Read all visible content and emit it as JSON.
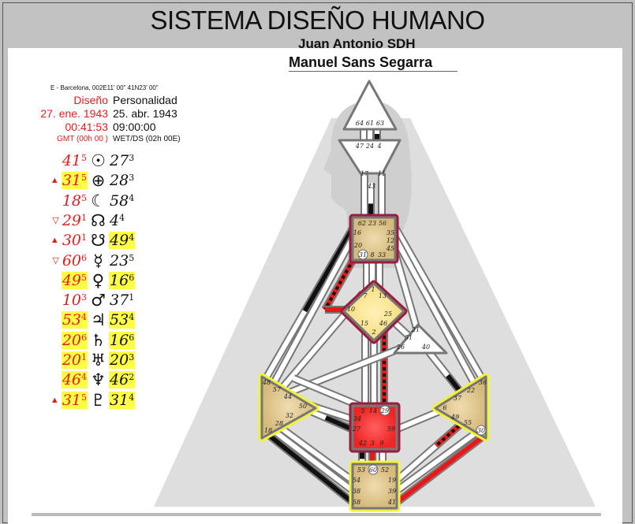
{
  "header": {
    "title": "SISTEMA DISEÑO HUMANO",
    "subtitle": "Juan Antonio SDH",
    "person": "Manuel Sans Segarra"
  },
  "birth": {
    "location": "E - Barcelona, 002E11' 00\"  41N23' 00\"",
    "design": {
      "label": "Diseño",
      "date": "27. ene. 1943",
      "time": "00:41:53",
      "tz": "GMT (00h 00 )"
    },
    "personality": {
      "label": "Personalidad",
      "date": "25. abr. 1943",
      "time": "09:00:00",
      "tz": "WET/DS (02h 00E)"
    }
  },
  "planets": [
    {
      "name": "sun",
      "glyph": "☉",
      "marker": "",
      "design": {
        "gate": "41",
        "line": "5",
        "hl": false
      },
      "personality": {
        "gate": "27",
        "line": "3",
        "hl": false
      }
    },
    {
      "name": "earth",
      "glyph": "⊕",
      "marker": "▲",
      "design": {
        "gate": "31",
        "line": "5",
        "hl": true
      },
      "personality": {
        "gate": "28",
        "line": "3",
        "hl": false
      }
    },
    {
      "name": "moon",
      "glyph": "☾",
      "marker": "",
      "design": {
        "gate": "18",
        "line": "5",
        "hl": false
      },
      "personality": {
        "gate": "58",
        "line": "4",
        "hl": false
      }
    },
    {
      "name": "north-node",
      "glyph": "☊",
      "marker": "▽",
      "design": {
        "gate": "29",
        "line": "1",
        "hl": false
      },
      "personality": {
        "gate": "4",
        "line": "4",
        "hl": false
      }
    },
    {
      "name": "south-node",
      "glyph": "☋",
      "marker": "▲",
      "design": {
        "gate": "30",
        "line": "1",
        "hl": false
      },
      "personality": {
        "gate": "49",
        "line": "4",
        "hl": true
      }
    },
    {
      "name": "mercury",
      "glyph": "☿",
      "marker": "▽",
      "design": {
        "gate": "60",
        "line": "6",
        "hl": false
      },
      "personality": {
        "gate": "23",
        "line": "5",
        "hl": false
      }
    },
    {
      "name": "venus",
      "glyph": "♀",
      "marker": "",
      "design": {
        "gate": "49",
        "line": "5",
        "hl": true
      },
      "personality": {
        "gate": "16",
        "line": "6",
        "hl": true
      }
    },
    {
      "name": "mars",
      "glyph": "♂",
      "marker": "",
      "design": {
        "gate": "10",
        "line": "3",
        "hl": false
      },
      "personality": {
        "gate": "37",
        "line": "1",
        "hl": false
      }
    },
    {
      "name": "jupiter",
      "glyph": "♃",
      "marker": "",
      "design": {
        "gate": "53",
        "line": "4",
        "hl": true
      },
      "personality": {
        "gate": "53",
        "line": "4",
        "hl": true
      }
    },
    {
      "name": "saturn",
      "glyph": "♄",
      "marker": "",
      "design": {
        "gate": "20",
        "line": "6",
        "hl": true
      },
      "personality": {
        "gate": "16",
        "line": "6",
        "hl": true
      }
    },
    {
      "name": "uranus",
      "glyph": "♅",
      "marker": "",
      "design": {
        "gate": "20",
        "line": "1",
        "hl": true
      },
      "personality": {
        "gate": "20",
        "line": "3",
        "hl": true
      }
    },
    {
      "name": "neptune",
      "glyph": "♆",
      "marker": "",
      "design": {
        "gate": "46",
        "line": "4",
        "hl": true
      },
      "personality": {
        "gate": "46",
        "line": "2",
        "hl": true
      }
    },
    {
      "name": "pluto",
      "glyph": "♇",
      "marker": "▲",
      "design": {
        "gate": "31",
        "line": "5",
        "hl": true
      },
      "personality": {
        "gate": "31",
        "line": "4",
        "hl": true
      }
    }
  ],
  "bodygraph": {
    "colors": {
      "defined_tan": "#d6ba7c",
      "g_yellow": "#f7dd7e",
      "sacral_red": "#f02424",
      "red_outline": "#9c1c3c",
      "yellow_outline": "#f2f23c",
      "design_red": "#e81818",
      "personality_black": "#111111"
    },
    "centers": {
      "head": {
        "defined": false,
        "gates": [
          "64",
          "61",
          "63"
        ]
      },
      "ajna": {
        "defined": false,
        "gates": [
          "47",
          "24",
          "4",
          "17",
          "11",
          "43"
        ]
      },
      "throat": {
        "defined": true,
        "gates": [
          "62",
          "23",
          "56",
          "16",
          "35",
          "12",
          "45",
          "20",
          "31",
          "8",
          "33"
        ]
      },
      "g": {
        "defined": true,
        "gates": [
          "1",
          "7",
          "13",
          "10",
          "25",
          "15",
          "46",
          "2"
        ]
      },
      "heart": {
        "defined": false,
        "gates": [
          "21",
          "51",
          "26",
          "40"
        ]
      },
      "spleen": {
        "defined": true,
        "gates": [
          "48",
          "57",
          "44",
          "50",
          "32",
          "28",
          "18"
        ]
      },
      "solar": {
        "defined": true,
        "gates": [
          "36",
          "22",
          "37",
          "6",
          "49",
          "55",
          "30"
        ]
      },
      "sacral": {
        "defined": true,
        "gates": [
          "5",
          "14",
          "29",
          "34",
          "27",
          "59",
          "42",
          "3",
          "9"
        ]
      },
      "root": {
        "defined": true,
        "gates": [
          "53",
          "60",
          "52",
          "54",
          "38",
          "58",
          "19",
          "39",
          "41"
        ]
      }
    }
  }
}
